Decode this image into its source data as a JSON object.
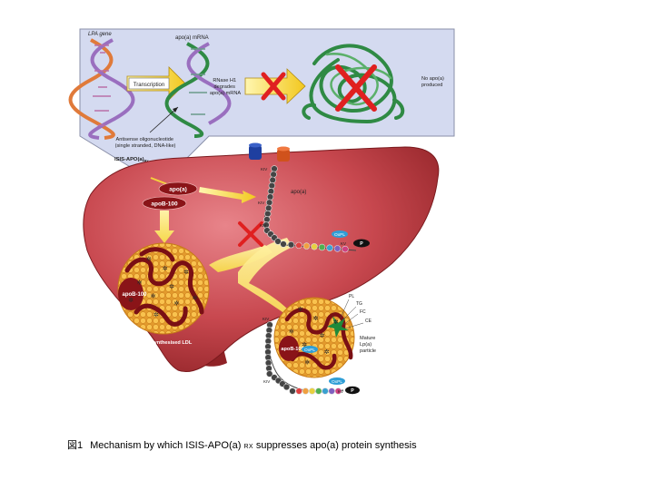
{
  "panel": {
    "lpa_gene": "LPA gene",
    "apoa_mrna": "apo(a) mRNA",
    "transcription": "Transcription",
    "rnase_line1": "RNase H1",
    "rnase_line2": "degrades",
    "rnase_line3": "apo(a) mRNA",
    "no_apoa_line1": "No apo(a)",
    "no_apoa_line2": "produced",
    "aso_line1": "Antisense oligonucleotide",
    "aso_line2": "(single stranded, DNA-like)",
    "drug_name": "ISIS-APO(a)",
    "drug_sub": "Rx"
  },
  "liver": {
    "apoa_badge": "apo(a)",
    "apob_badge": "apoB-100",
    "chain_label": "apo(a)",
    "kiv": "KIV",
    "kv": "KV",
    "oxpl": "OxPL",
    "p": "P",
    "ldl_apob": "apoB-100",
    "ldl_label": "Newly synthesised LDL",
    "lpa_apob": "apoB-100",
    "lipid_pl": "PL",
    "lipid_tg": "TG",
    "lipid_fc": "FC",
    "lipid_ce": "CE",
    "mature_line1": "Mature",
    "mature_line2": "Lp(a)",
    "mature_line3": "particle"
  },
  "caption": {
    "number": "図1",
    "text_main": "Mechanism by which ISIS-APO(a)",
    "text_sub": "RX",
    "text_end": "suppresses apo(a) protein synthesis"
  },
  "colors": {
    "liver": "#c8484f",
    "panel_bg": "#d4daf0",
    "badge": "#8a1418",
    "arrow_yellow": "#f4d23c",
    "cross_red": "#e02020",
    "mrna_green": "#2f8a44",
    "dna_purple": "#9a6fbf",
    "dna_orange": "#e07a3a"
  }
}
